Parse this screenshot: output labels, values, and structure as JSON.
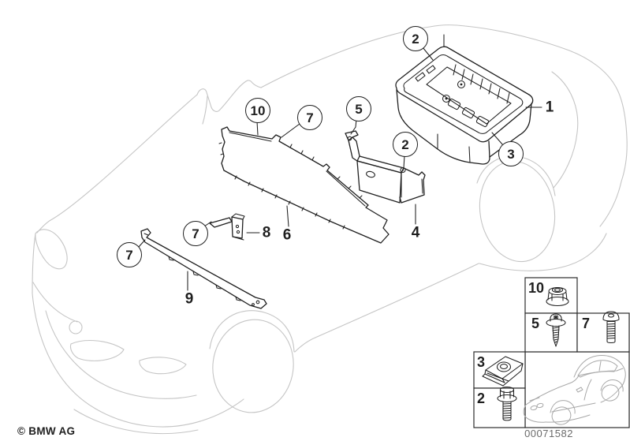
{
  "colors": {
    "ink": "#1f1f1f",
    "ghost": "#c5c5c5",
    "thumb": "#a8a8a8",
    "text_muted": "#6b6b6b",
    "paper": "#ffffff"
  },
  "footer": {
    "copyright": "© BMW AG",
    "diagram_number": "00071582"
  },
  "callouts": [
    {
      "label": "2"
    },
    {
      "label": "10"
    },
    {
      "label": "7"
    },
    {
      "label": "5"
    },
    {
      "label": "2"
    },
    {
      "label": "3"
    },
    {
      "label": "7"
    },
    {
      "label": "7"
    }
  ],
  "part_labels": [
    {
      "label": "1"
    },
    {
      "label": "4"
    },
    {
      "label": "6"
    },
    {
      "label": "8"
    },
    {
      "label": "9"
    }
  ],
  "legend": {
    "items": [
      {
        "label": "10",
        "icon": "flange-nut-icon"
      },
      {
        "label": "5",
        "icon": "washer-head-screw-icon"
      },
      {
        "label": "7",
        "icon": "button-head-screw-icon"
      },
      {
        "label": "3",
        "icon": "speed-nut-clip-icon"
      },
      {
        "label": "2",
        "icon": "hex-flange-bolt-icon"
      }
    ]
  }
}
